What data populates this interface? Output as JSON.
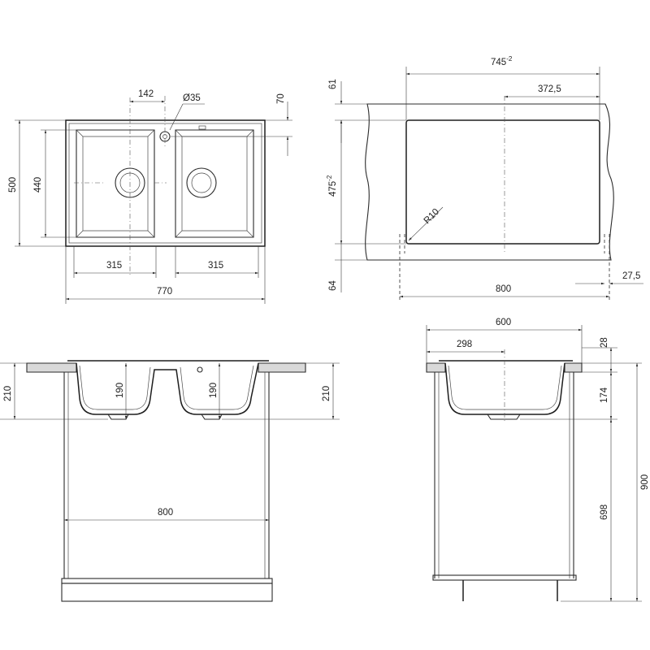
{
  "plan_view": {
    "dim_hole_spacing": "142",
    "dim_hole_diameter": "Ø35",
    "dim_top_offset": "70",
    "dim_height_outer": "500",
    "dim_height_inner": "440",
    "dim_bowl_left": "315",
    "dim_bowl_right": "315",
    "dim_width": "770"
  },
  "cutout_view": {
    "dim_cut_width": "745",
    "dim_cut_width_tol": "-2",
    "dim_half_width": "372,5",
    "dim_top_margin": "61",
    "dim_cut_height": "475",
    "dim_cut_height_tol": "-2",
    "dim_bottom_margin": "64",
    "dim_radius": "R10",
    "dim_cabinet_width": "800",
    "dim_side_margin": "27,5"
  },
  "front_section": {
    "dim_depth_left": "210",
    "dim_depth_right": "210",
    "dim_bowl_depth_left": "190",
    "dim_bowl_depth_right": "190",
    "dim_cabinet_width": "800"
  },
  "side_section": {
    "dim_depth_total": "600",
    "dim_half_depth": "298",
    "dim_top_thickness": "28",
    "dim_bowl_depth": "174",
    "dim_cabinet_height": "698",
    "dim_total_height": "900"
  }
}
